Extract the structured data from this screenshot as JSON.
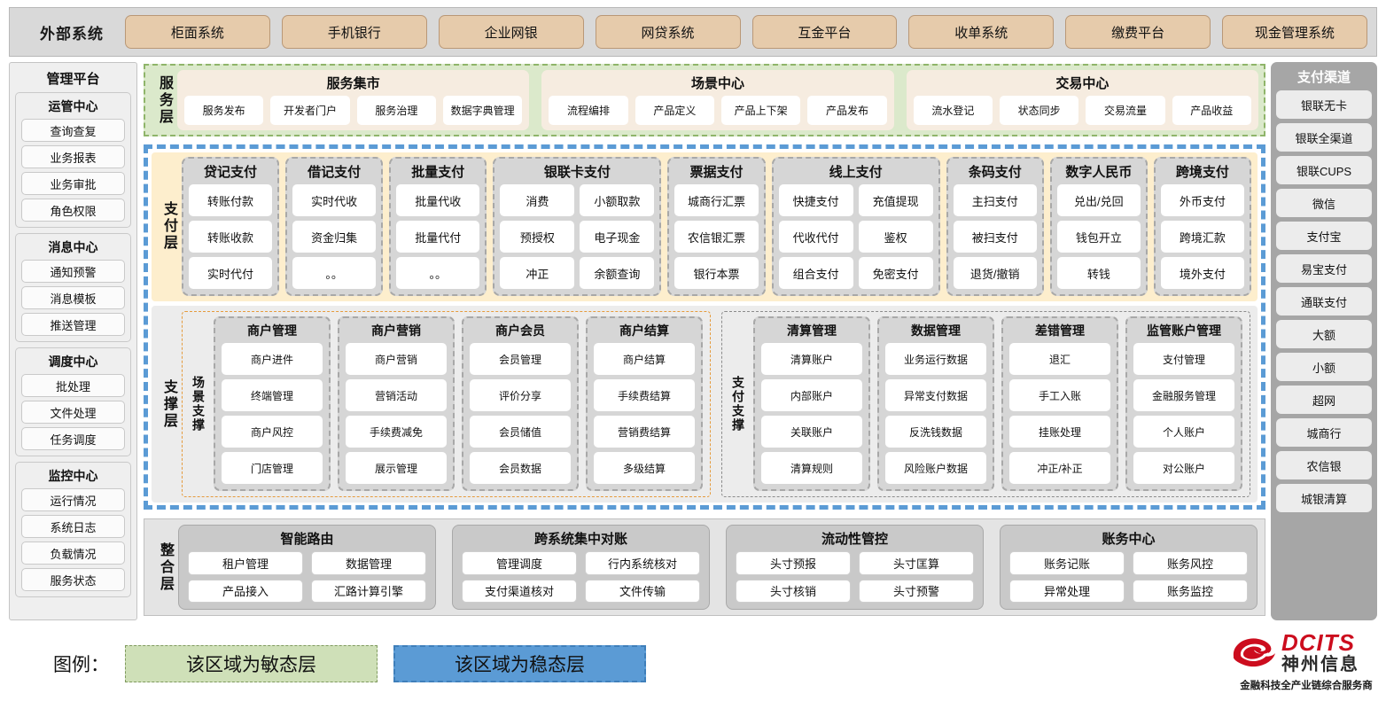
{
  "external": {
    "title": "外部系统",
    "items": [
      "柜面系统",
      "手机银行",
      "企业网银",
      "网贷系统",
      "互金平台",
      "收单系统",
      "缴费平台",
      "现金管理系统"
    ]
  },
  "management": {
    "title": "管理平台",
    "groups": [
      {
        "title": "运管中心",
        "items": [
          "查询查复",
          "业务报表",
          "业务审批",
          "角色权限"
        ]
      },
      {
        "title": "消息中心",
        "items": [
          "通知预警",
          "消息模板",
          "推送管理"
        ]
      },
      {
        "title": "调度中心",
        "items": [
          "批处理",
          "文件处理",
          "任务调度"
        ]
      },
      {
        "title": "监控中心",
        "items": [
          "运行情况",
          "系统日志",
          "负载情况",
          "服务状态"
        ]
      }
    ]
  },
  "channels": {
    "title": "支付渠道",
    "items": [
      "银联无卡",
      "银联全渠道",
      "银联CUPS",
      "微信",
      "支付宝",
      "易宝支付",
      "通联支付",
      "大额",
      "小额",
      "超网",
      "城商行",
      "农信银",
      "城银清算"
    ]
  },
  "service_layer": {
    "label": "服务层",
    "groups": [
      {
        "title": "服务集市",
        "items": [
          "服务发布",
          "开发者门户",
          "服务治理",
          "数据字典管理"
        ]
      },
      {
        "title": "场景中心",
        "items": [
          "流程编排",
          "产品定义",
          "产品上下架",
          "产品发布"
        ]
      },
      {
        "title": "交易中心",
        "items": [
          "流水登记",
          "状态同步",
          "交易流量",
          "产品收益"
        ]
      }
    ]
  },
  "payment_layer": {
    "label": "支付层",
    "groups": [
      {
        "title": "贷记支付",
        "cols": 1,
        "rows": [
          [
            "转账付款"
          ],
          [
            "转账收款"
          ],
          [
            "实时代付"
          ]
        ]
      },
      {
        "title": "借记支付",
        "cols": 1,
        "rows": [
          [
            "实时代收"
          ],
          [
            "资金归集"
          ],
          [
            "。。"
          ]
        ]
      },
      {
        "title": "批量支付",
        "cols": 1,
        "rows": [
          [
            "批量代收"
          ],
          [
            "批量代付"
          ],
          [
            "。。"
          ]
        ]
      },
      {
        "title": "银联卡支付",
        "cols": 2,
        "rows": [
          [
            "消费",
            "小额取款"
          ],
          [
            "预授权",
            "电子现金"
          ],
          [
            "冲正",
            "余额查询"
          ]
        ]
      },
      {
        "title": "票据支付",
        "cols": 1,
        "rows": [
          [
            "城商行汇票"
          ],
          [
            "农信银汇票"
          ],
          [
            "银行本票"
          ]
        ]
      },
      {
        "title": "线上支付",
        "cols": 2,
        "rows": [
          [
            "快捷支付",
            "充值提现"
          ],
          [
            "代收代付",
            "鉴权"
          ],
          [
            "组合支付",
            "免密支付"
          ]
        ]
      },
      {
        "title": "条码支付",
        "cols": 1,
        "rows": [
          [
            "主扫支付"
          ],
          [
            "被扫支付"
          ],
          [
            "退货/撤销"
          ]
        ]
      },
      {
        "title": "数字人民币",
        "cols": 1,
        "rows": [
          [
            "兑出/兑回"
          ],
          [
            "钱包开立"
          ],
          [
            "转钱"
          ]
        ]
      },
      {
        "title": "跨境支付",
        "cols": 1,
        "rows": [
          [
            "外币支付"
          ],
          [
            "跨境汇款"
          ],
          [
            "境外支付"
          ]
        ]
      }
    ]
  },
  "support_layer": {
    "label": "支撑层",
    "boxes": [
      {
        "label": "场景支撑",
        "style": "scene",
        "cards": [
          {
            "title": "商户管理",
            "items": [
              "商户进件",
              "终端管理",
              "商户风控",
              "门店管理"
            ]
          },
          {
            "title": "商户营销",
            "items": [
              "商户营销",
              "营销活动",
              "手续费减免",
              "展示管理"
            ]
          },
          {
            "title": "商户会员",
            "items": [
              "会员管理",
              "评价分享",
              "会员储值",
              "会员数据"
            ]
          },
          {
            "title": "商户结算",
            "items": [
              "商户结算",
              "手续费结算",
              "营销费结算",
              "多级结算"
            ]
          }
        ]
      },
      {
        "label": "支付支撑",
        "style": "paysup",
        "cards": [
          {
            "title": "清算管理",
            "items": [
              "清算账户",
              "内部账户",
              "关联账户",
              "清算规则"
            ]
          },
          {
            "title": "数据管理",
            "items": [
              "业务运行数据",
              "异常支付数据",
              "反洗钱数据",
              "风险账户数据"
            ]
          },
          {
            "title": "差错管理",
            "items": [
              "退汇",
              "手工入账",
              "挂账处理",
              "冲正/补正"
            ]
          },
          {
            "title": "监管账户管理",
            "items": [
              "支付管理",
              "金融服务管理",
              "个人账户",
              "对公账户"
            ]
          }
        ]
      }
    ]
  },
  "integration_layer": {
    "label": "整合层",
    "groups": [
      {
        "title": "智能路由",
        "rows": [
          [
            "租户管理",
            "数据管理"
          ],
          [
            "产品接入",
            "汇路计算引擎"
          ]
        ]
      },
      {
        "title": "跨系统集中对账",
        "rows": [
          [
            "管理调度",
            "行内系统核对"
          ],
          [
            "支付渠道核对",
            "文件传输"
          ]
        ]
      },
      {
        "title": "流动性管控",
        "rows": [
          [
            "头寸预报",
            "头寸匡算"
          ],
          [
            "头寸核销",
            "头寸预警"
          ]
        ]
      },
      {
        "title": "账务中心",
        "rows": [
          [
            "账务记账",
            "账务风控"
          ],
          [
            "异常处理",
            "账务监控"
          ]
        ]
      }
    ]
  },
  "legend": {
    "label": "图例：",
    "agile": "该区域为敏态层",
    "stable": "该区域为稳态层"
  },
  "logo": {
    "brand": "DCITS",
    "brand_cn": "神州信息",
    "tagline": "金融科技全产业链综合服务商"
  },
  "colors": {
    "external_btn": "#e6cbab",
    "service_green": "#dbe9cb",
    "stable_blue": "#5b9bd5",
    "payment_cream": "#fdeecd",
    "channel_gray": "#a6a6a6",
    "brand_red": "#cc0d1e",
    "scene_orange": "#e59b3d"
  }
}
